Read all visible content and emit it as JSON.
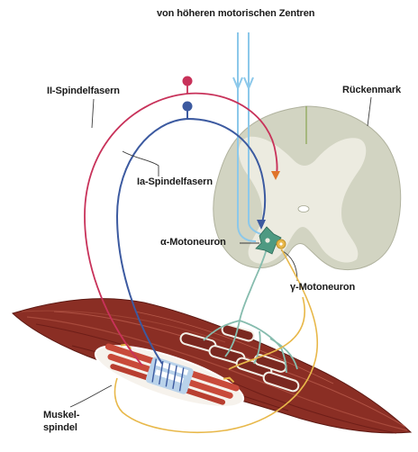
{
  "labels": {
    "higher_centers": "von höheren  motorischen Zentren",
    "spinal_cord": "Rückenmark",
    "type_ii_fibers": "II-Spindelfasern",
    "type_ia_fibers": "Ia-Spindelfasern",
    "alpha_motoneuron": "α-Motoneuron",
    "gamma_motoneuron": "γ-Motoneuron",
    "muscle_spindle_line1": "Muskel-",
    "muscle_spindle_line2": "spindel"
  },
  "colors": {
    "type_ii_fiber": "#c8325a",
    "type_ia_fiber": "#3c5aa0",
    "descending_tract": "#8cc8ea",
    "alpha_axon": "#86bcae",
    "gamma_axon": "#e8b84a",
    "spinal_cord_grey": "#ecebe0",
    "spinal_cord_white": "#d2d4c2",
    "muscle": "#8a2e24",
    "tendon": "#cfcfcf"
  }
}
